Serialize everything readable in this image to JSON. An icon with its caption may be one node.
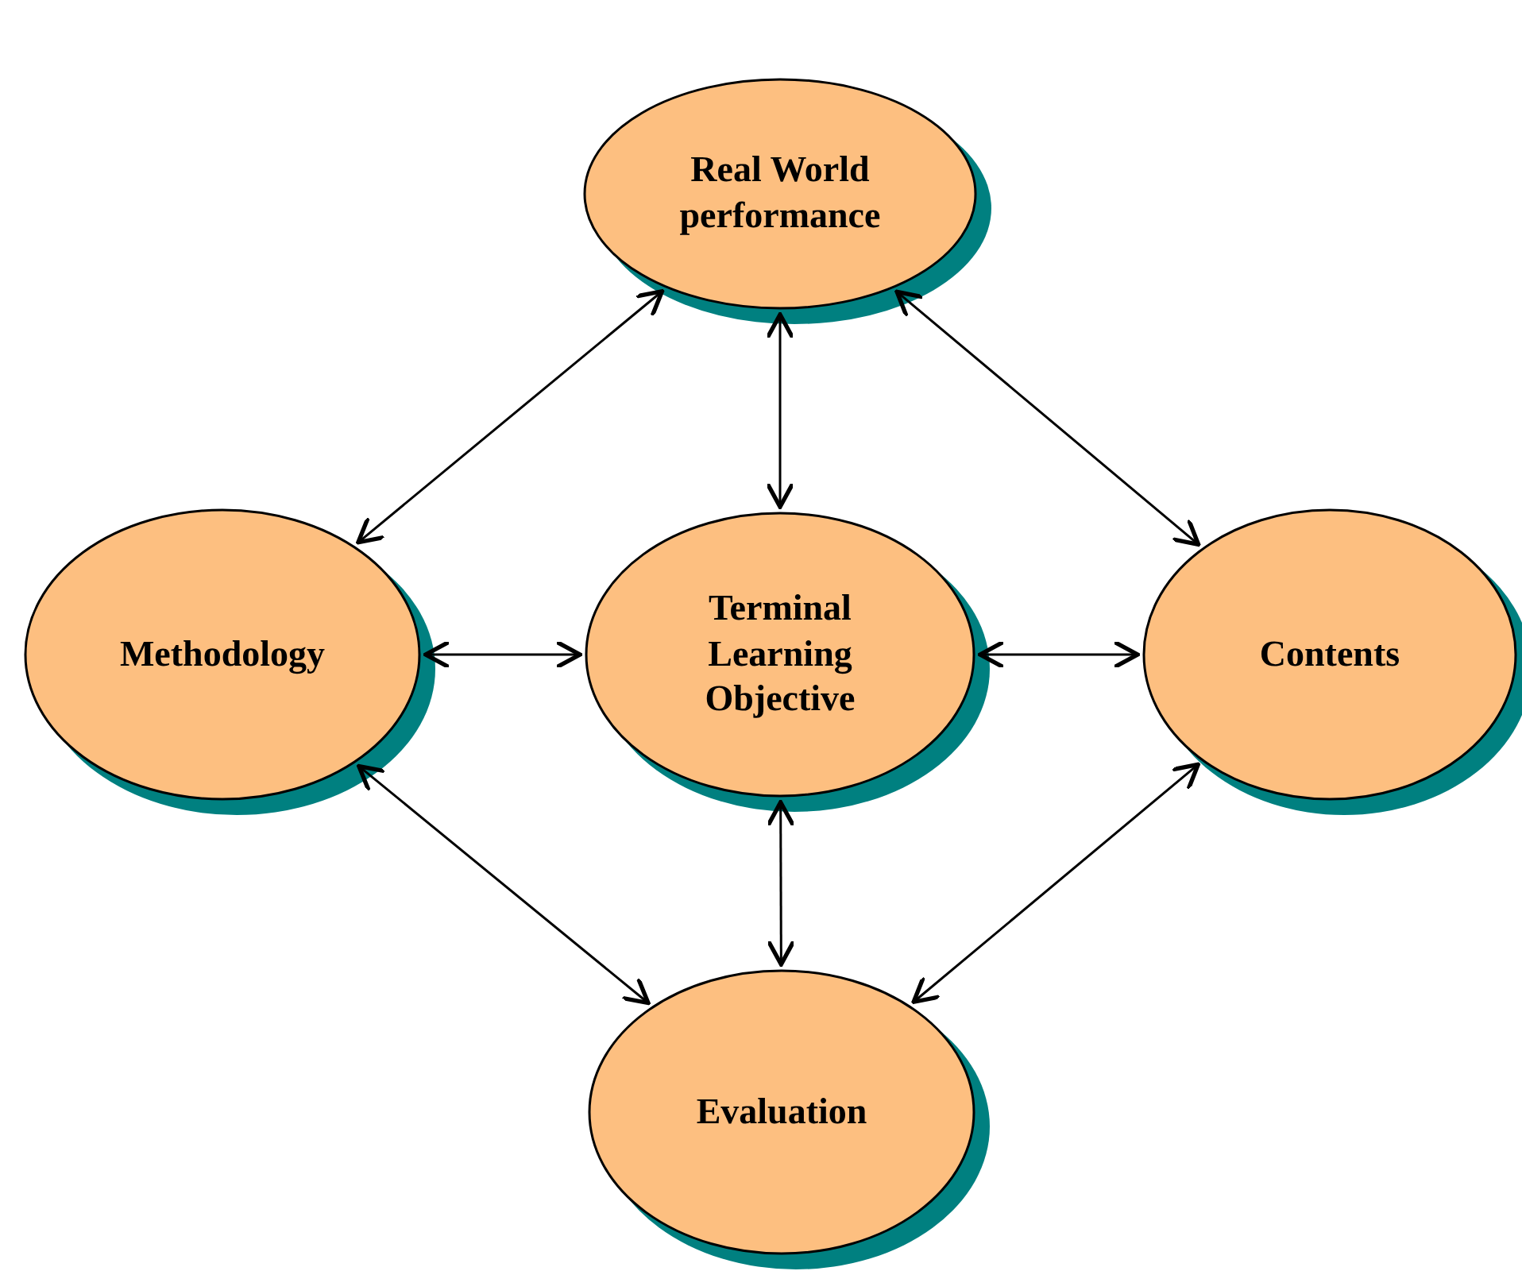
{
  "diagram": {
    "nodes": [
      {
        "text": [
          "Real World performance"
        ]
      },
      {
        "text": [
          "Methodology"
        ]
      },
      {
        "text": [
          "Terminal Learning Objective"
        ]
      },
      {
        "text": [
          "Contents"
        ]
      },
      {
        "text": [
          "Evaluation"
        ]
      }
    ],
    "edges": [
      {
        "from": 0,
        "to": 1,
        "arrow": "both"
      },
      {
        "from": 0,
        "to": 2,
        "arrow": "both"
      },
      {
        "from": 0,
        "to": 3,
        "arrow": "both"
      },
      {
        "from": 1,
        "to": 2,
        "arrow": "both"
      },
      {
        "from": 2,
        "to": 3,
        "arrow": "both"
      },
      {
        "from": 1,
        "to": 4,
        "arrow": "both"
      },
      {
        "from": 2,
        "to": 4,
        "arrow": "both"
      },
      {
        "from": 3,
        "to": 4,
        "arrow": "both"
      }
    ]
  }
}
